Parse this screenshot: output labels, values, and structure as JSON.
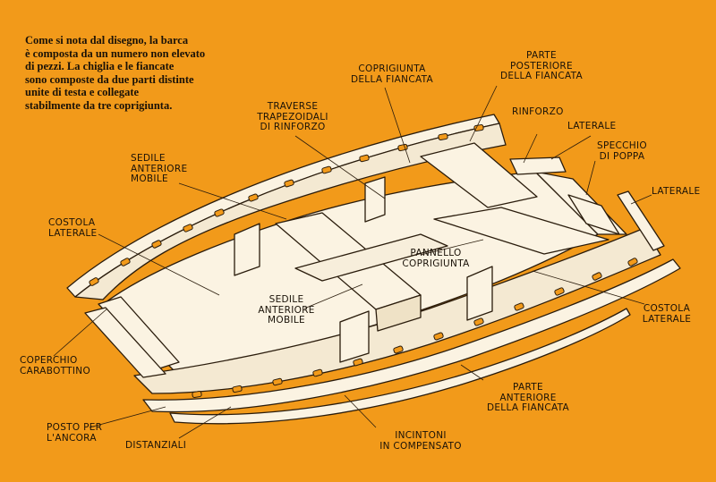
{
  "intro_text": "Come si nota dal disegno, la barca\nè composta da un numero non elevato\ndi pezzi. La chiglia e le fiancate\nsono composte da due parti distinte\nunite di testa e collegate\nstabilmente da tre coprigiunta.",
  "labels": {
    "coprigiunta_fiancata": "Coprigiunta\ndella fiancata",
    "parte_posteriore": "Parte\nposteriore\ndella fiancata",
    "traverse": "Traverse\ntrapezoidali\ndi rinforzo",
    "rinforzo": "Rinforzo",
    "laterale_top": "Laterale",
    "specchio": "Specchio\ndi poppa",
    "laterale_right": "Laterale",
    "sedile_top": "Sedile\nanteriore\nmobile",
    "costola_left": "Costola\nlaterale",
    "pannello": "Pannello\ncoprigiunta",
    "sedile_bottom": "Sedile\nanteriore\nmobile",
    "costola_right": "Costola\nlaterale",
    "coperchio": "Coperchio\ncarabottino",
    "parte_anteriore": "Parte\nanteriore\ndella fiancata",
    "posto_ancora": "Posto per\nl'ancora",
    "distanziali": "Distanziali",
    "incintoni": "Incintoni\nin compensato"
  },
  "colors": {
    "background": "#f29a1a",
    "outline": "#2a1c0c",
    "panel": "#fbf3e2",
    "shadow": "#efe2c6"
  }
}
